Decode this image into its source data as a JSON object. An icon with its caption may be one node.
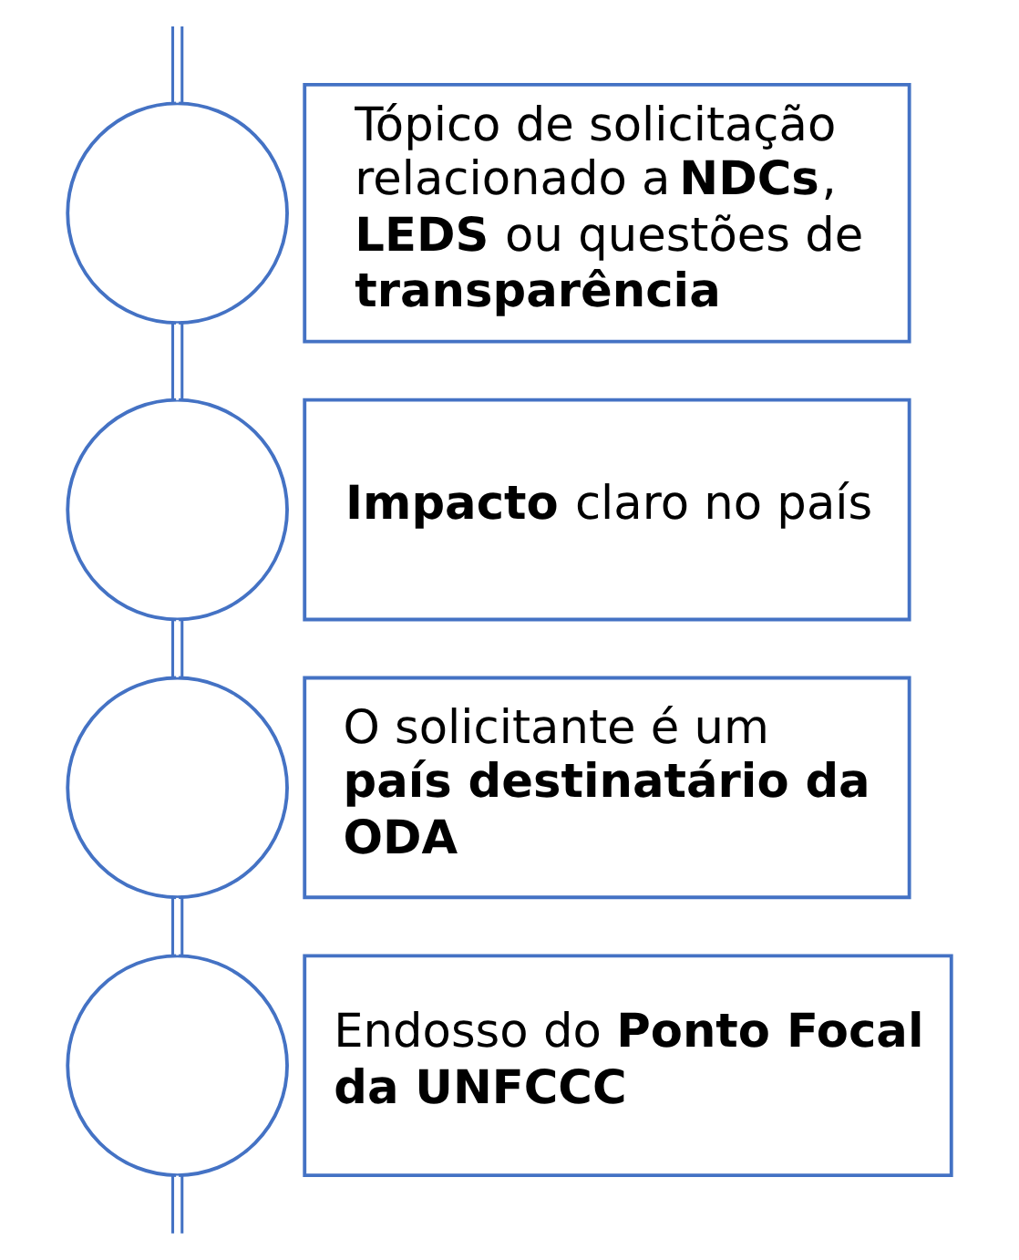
{
  "diagram": {
    "nodes": [
      {
        "text": [],
        "shape": "circle"
      },
      {
        "text": [
          "Tópico de solicitação relacionado a **NDCs**, **LEDS** ou questões de **transparência**"
        ]
      },
      {
        "text": [],
        "shape": "circle"
      },
      {
        "text": [
          "**Impacto** claro no país"
        ]
      },
      {
        "text": [],
        "shape": "circle"
      },
      {
        "text": [
          "O solicitante é um **país destinatário da ODA**"
        ]
      },
      {
        "text": [],
        "shape": "circle"
      },
      {
        "text": [
          "Endosso do **Ponto Focal da UNFCCC**"
        ]
      }
    ],
    "edges": [
      {
        "from": null,
        "to": 0,
        "arrow": "none"
      },
      {
        "from": 0,
        "to": 2,
        "arrow": "none"
      },
      {
        "from": 2,
        "to": 4,
        "arrow": "none"
      },
      {
        "from": 4,
        "to": 6,
        "arrow": "none"
      },
      {
        "from": 6,
        "to": null,
        "arrow": "none"
      }
    ]
  }
}
